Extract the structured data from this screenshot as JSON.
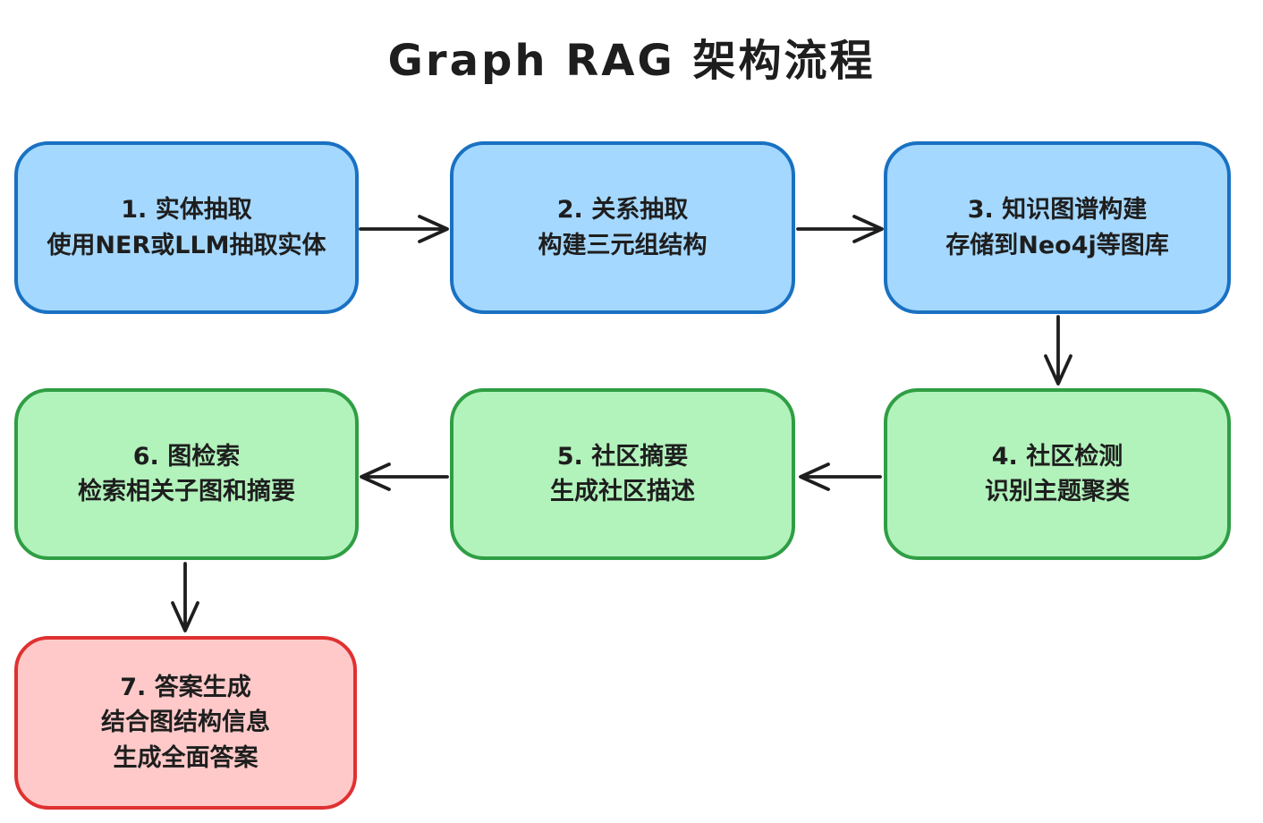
{
  "title": "Graph RAG 架构流程",
  "colors": {
    "background": "#ffffff",
    "text": "#1e1e1e",
    "arrow": "#1e1e1e",
    "blue_fill": "#a5d8ff",
    "blue_stroke": "#1971c2",
    "green_fill": "#b2f2bb",
    "green_stroke": "#2f9e44",
    "red_fill": "#ffc9c9",
    "red_stroke": "#e03131"
  },
  "nodes": [
    {
      "id": "entity-extraction",
      "step": 1,
      "color": "blue",
      "lines": [
        "1. 实体抽取",
        "使用NER或LLM抽取实体"
      ]
    },
    {
      "id": "relation-extraction",
      "step": 2,
      "color": "blue",
      "lines": [
        "2. 关系抽取",
        "构建三元组结构"
      ]
    },
    {
      "id": "kg-construction",
      "step": 3,
      "color": "blue",
      "lines": [
        "3. 知识图谱构建",
        "存储到Neo4j等图库"
      ]
    },
    {
      "id": "community-detection",
      "step": 4,
      "color": "green",
      "lines": [
        "4. 社区检测",
        "识别主题聚类"
      ]
    },
    {
      "id": "community-summary",
      "step": 5,
      "color": "green",
      "lines": [
        "5. 社区摘要",
        "生成社区描述"
      ]
    },
    {
      "id": "graph-retrieval",
      "step": 6,
      "color": "green",
      "lines": [
        "6. 图检索",
        "检索相关子图和摘要"
      ]
    },
    {
      "id": "answer-generation",
      "step": 7,
      "color": "red",
      "lines": [
        "7. 答案生成",
        "结合图结构信息",
        "生成全面答案"
      ]
    }
  ],
  "edges": [
    {
      "from": 1,
      "to": 2,
      "direction": "right"
    },
    {
      "from": 2,
      "to": 3,
      "direction": "right"
    },
    {
      "from": 3,
      "to": 4,
      "direction": "down"
    },
    {
      "from": 4,
      "to": 5,
      "direction": "left"
    },
    {
      "from": 5,
      "to": 6,
      "direction": "left"
    },
    {
      "from": 6,
      "to": 7,
      "direction": "down"
    }
  ]
}
